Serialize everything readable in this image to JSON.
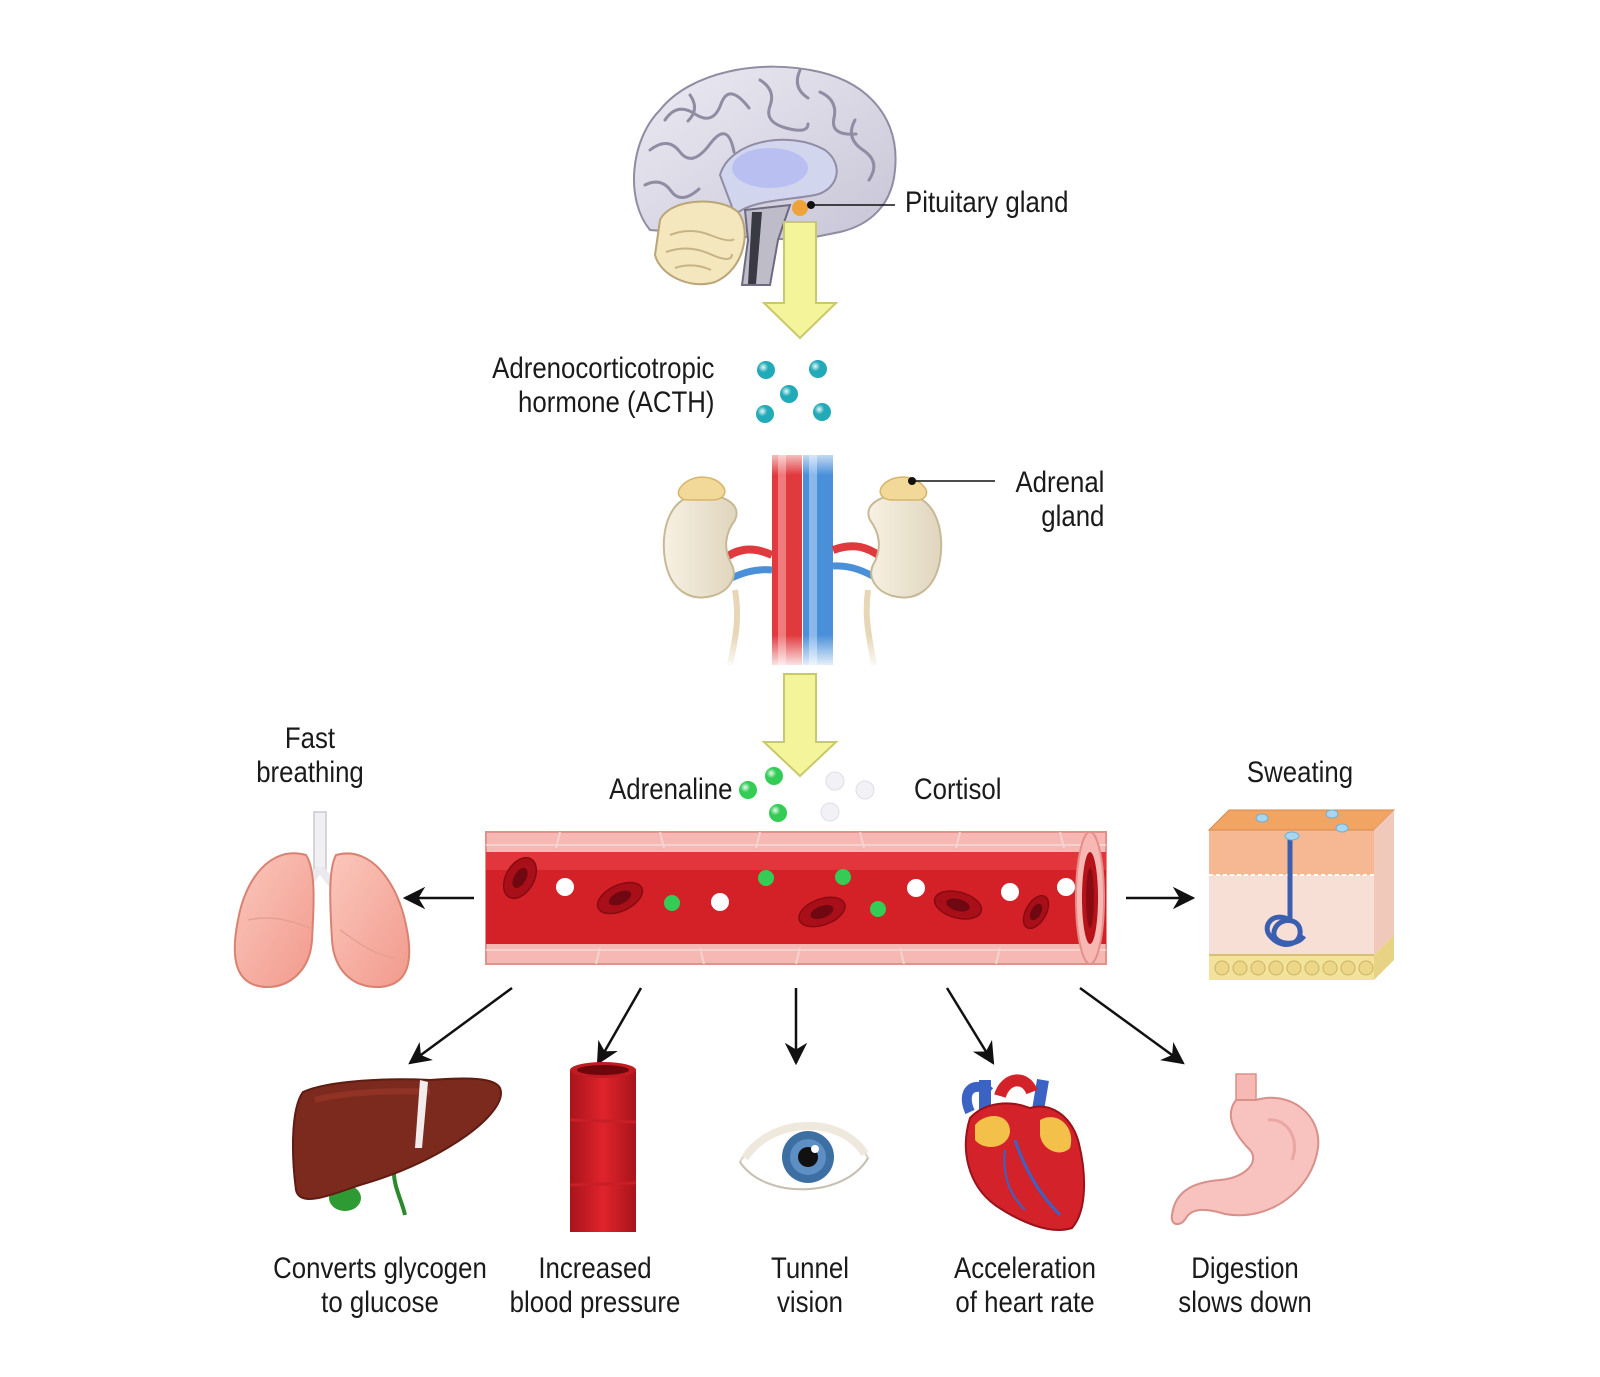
{
  "labels": {
    "pituitary": "Pituitary gland",
    "acth_line1": "Adrenocorticotropic",
    "acth_line2": "hormone (ACTH)",
    "adrenal_line1": "Adrenal",
    "adrenal_line2": "gland",
    "adrenaline": "Adrenaline",
    "cortisol": "Cortisol",
    "fast_breathing_line1": "Fast",
    "fast_breathing_line2": "breathing",
    "sweating": "Sweating",
    "glycogen_line1": "Converts glycogen",
    "glycogen_line2": "to glucose",
    "bp_line1": "Increased",
    "bp_line2": "blood pressure",
    "tunnel_line1": "Tunnel",
    "tunnel_line2": "vision",
    "heart_line1": "Acceleration",
    "heart_line2": "of heart rate",
    "digestion_line1": "Digestion",
    "digestion_line2": "slows down"
  },
  "colors": {
    "flow_arrow": "#f4f49a",
    "acth_particle": "#22aab8",
    "adrenaline_particle": "#33cc55",
    "cortisol_particle": "#f4f4f8",
    "blood": "#d42128",
    "vessel_wall": "#f7b8b4",
    "vein": "#4a90d9"
  },
  "icons": [
    "brain-icon",
    "kidneys-icon",
    "blood-vessel-icon",
    "lungs-icon",
    "skin-icon",
    "liver-icon",
    "artery-icon",
    "eye-icon",
    "heart-icon",
    "stomach-icon"
  ]
}
